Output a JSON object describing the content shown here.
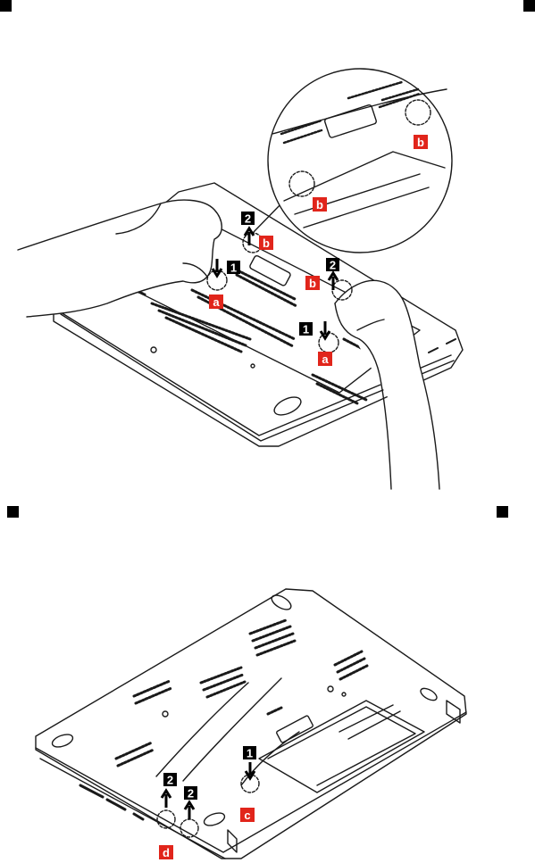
{
  "step_markers": {
    "step_1": "1",
    "step_2": "2"
  },
  "callouts": {
    "a": "a",
    "b": "b",
    "c": "c",
    "d": "d"
  },
  "colors": {
    "callout_red": "#e1251b",
    "step_black": "#000000",
    "line": "#1a1a1a"
  }
}
